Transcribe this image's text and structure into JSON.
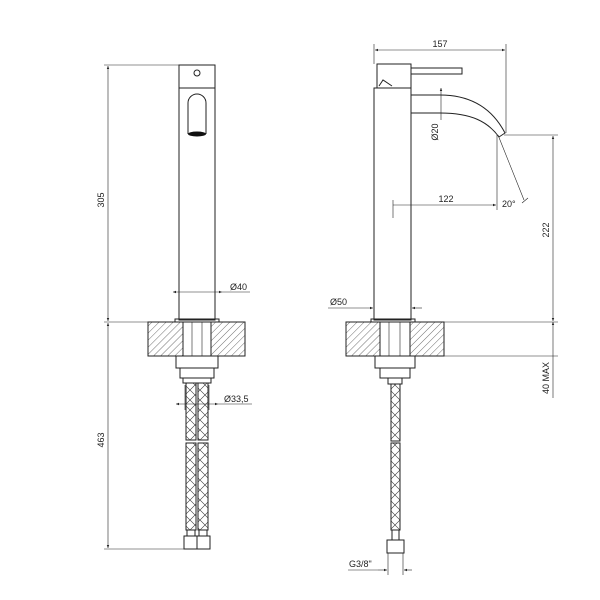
{
  "front_view": {
    "dim_height_above": "305",
    "dim_height_below": "463",
    "dim_body_diameter": "Ø40",
    "dim_hose_diameter": "Ø33,5"
  },
  "side_view": {
    "dim_width": "157",
    "dim_spout_diameter": "Ø20",
    "dim_spout_reach": "122",
    "dim_angle": "20°",
    "dim_spout_height": "222",
    "dim_base_diameter": "Ø50",
    "dim_max_thickness": "40 MAX",
    "thread_label": "G3/8\""
  },
  "colors": {
    "line": "#222222",
    "background": "#ffffff"
  }
}
